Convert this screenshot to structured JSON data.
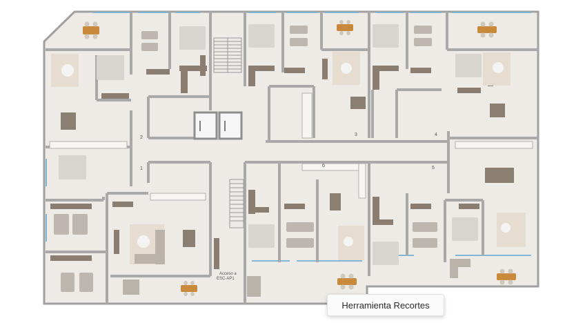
{
  "tooltip": {
    "label": "Herramienta Recortes"
  },
  "plan": {
    "access_label_line1": "Acceso a",
    "access_label_line2": "ESC-AP1",
    "door_numbers": [
      "1",
      "2",
      "3",
      "4",
      "5",
      "6"
    ],
    "colors": {
      "floor": "#eeebe6",
      "wall": "#a9a9a9",
      "wall_dark": "#8e8e8e",
      "window": "#7fb8d4",
      "wood_table": "#c98a3c",
      "chair": "#cfc8bd",
      "wardrobe": "#8b7e70",
      "bed": "#bdb7af",
      "rug": "#e6ddd0",
      "sofa": "#b9b3aa",
      "dining_table_grey": "#8b7f72"
    }
  }
}
